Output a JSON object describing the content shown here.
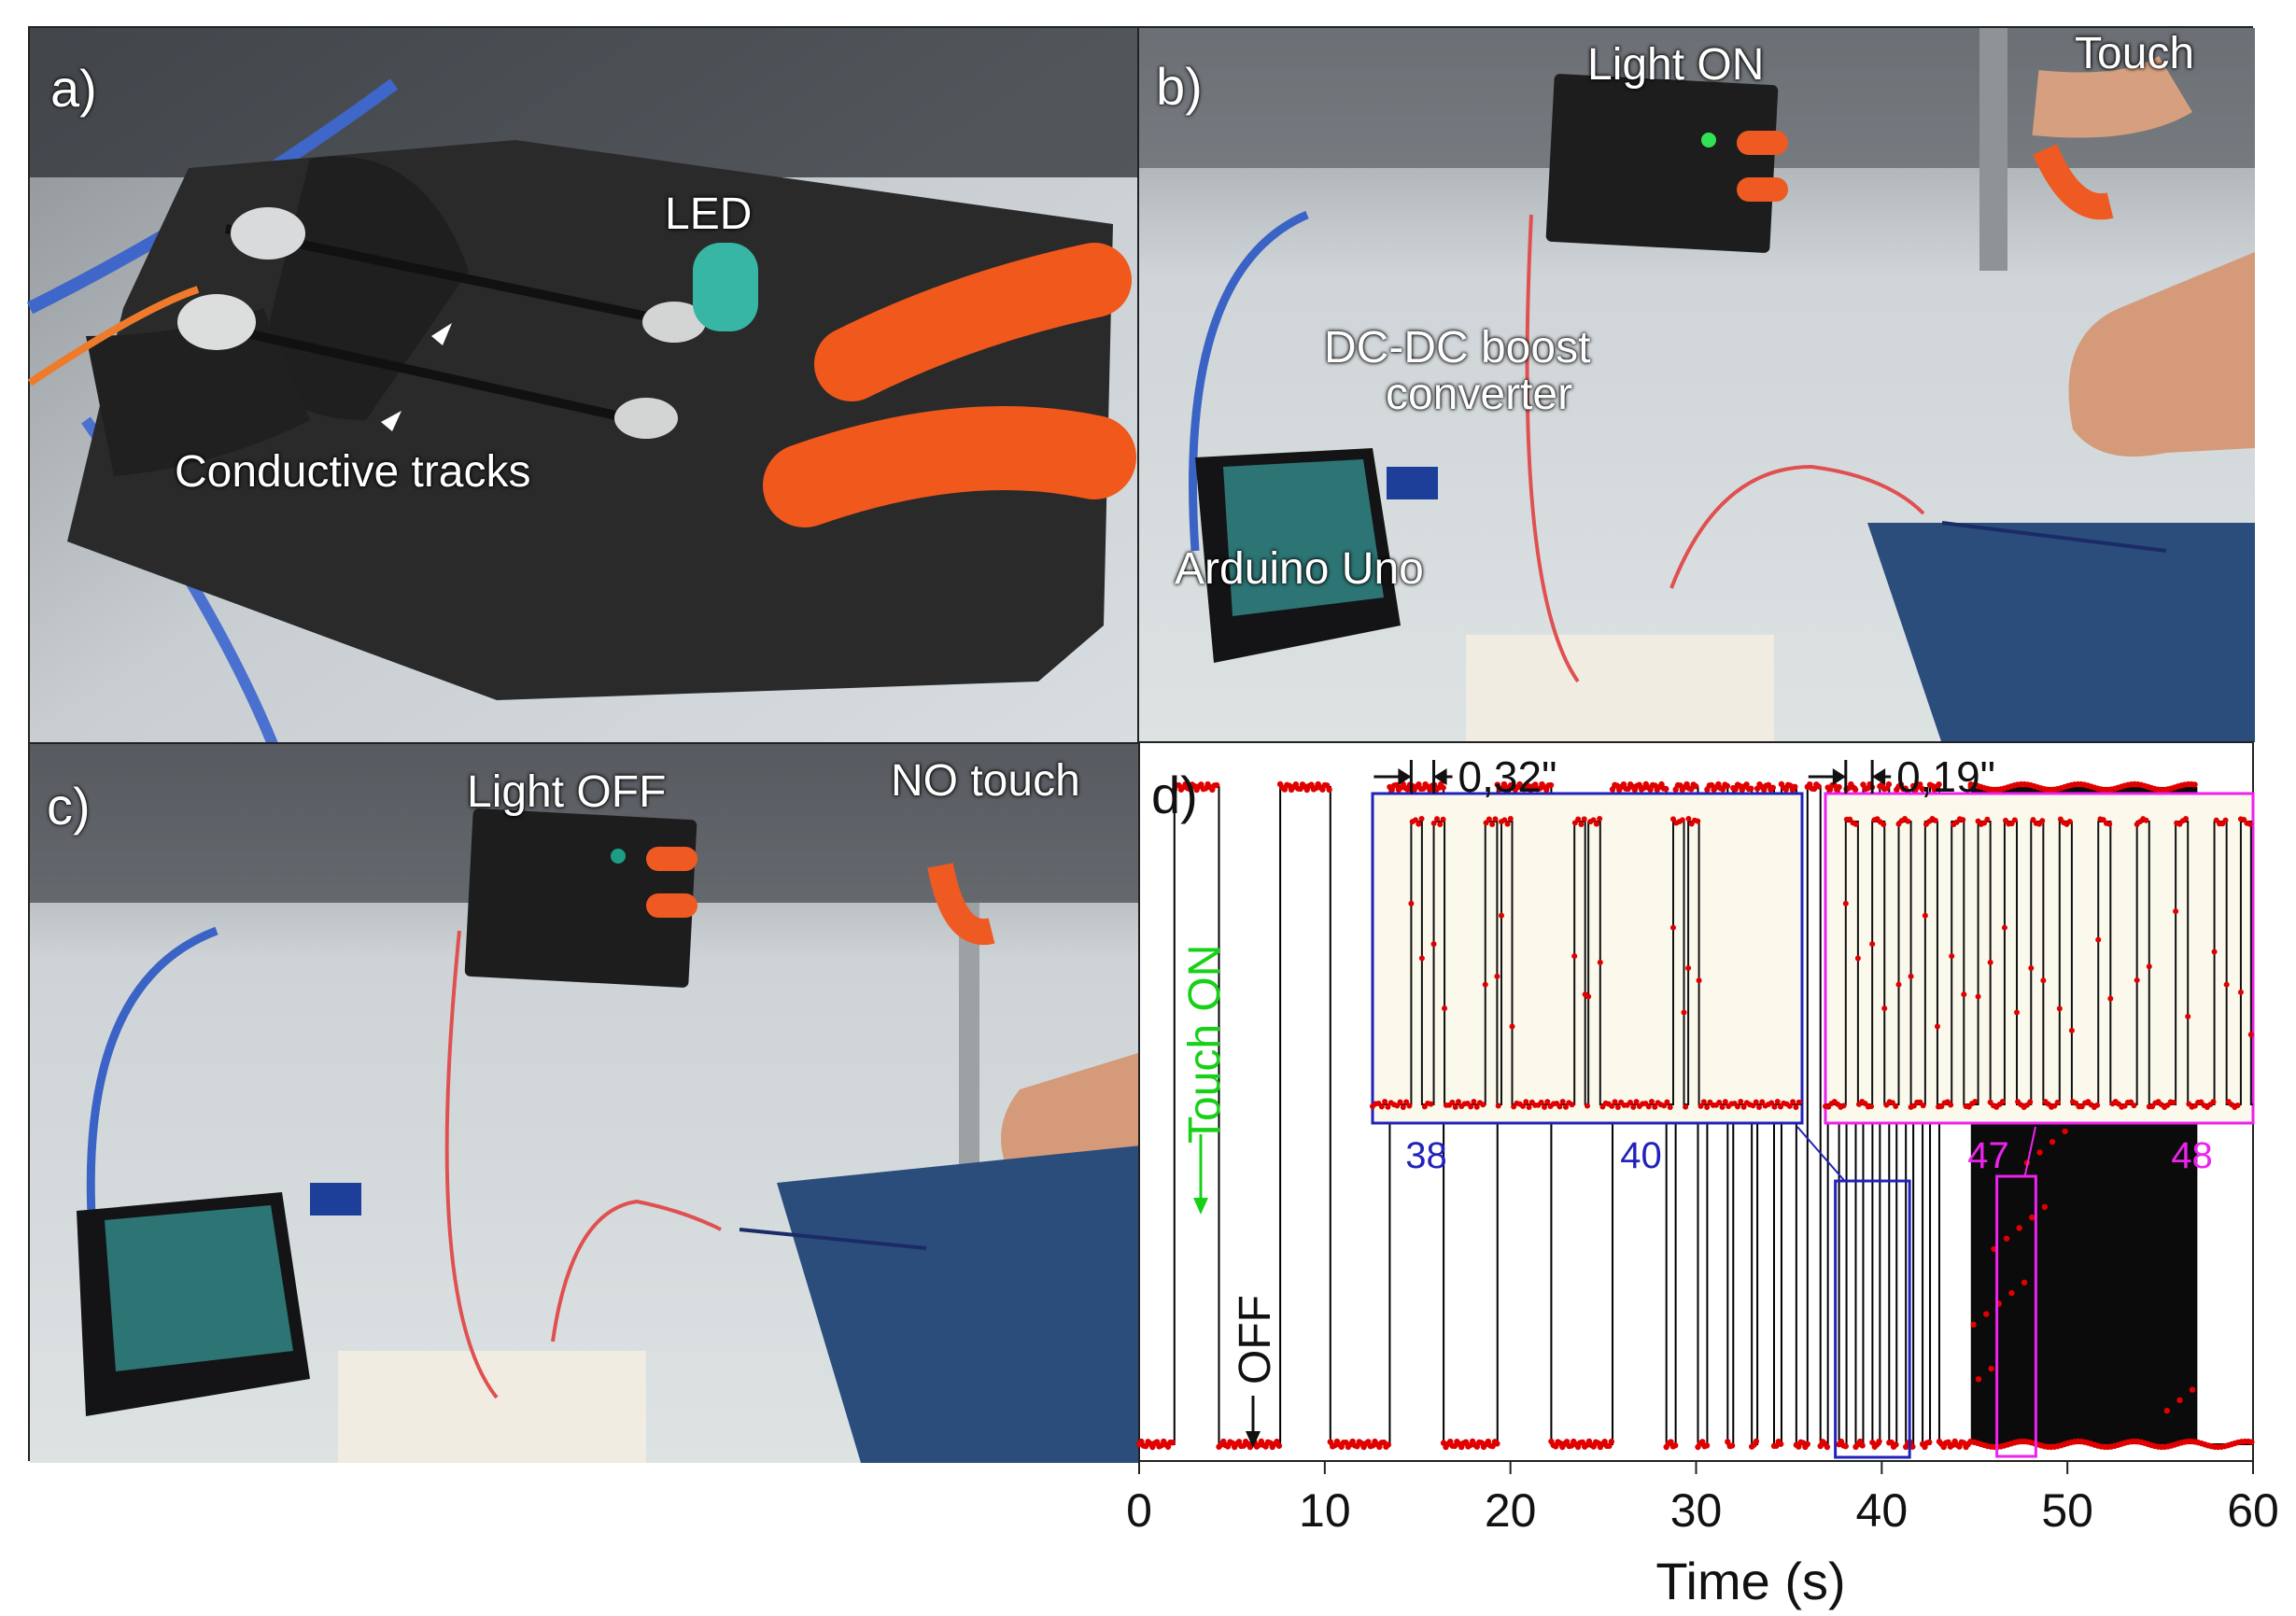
{
  "panel_a": {
    "label": "a)",
    "annotations": {
      "led": "LED",
      "tracks": "Conductive tracks"
    }
  },
  "panel_b": {
    "label": "b)",
    "annotations": {
      "light": "Light ON",
      "touch": "Touch",
      "converter_line1": "DC-DC boost",
      "converter_line2": "converter",
      "arduino": "Arduino Uno"
    }
  },
  "panel_c": {
    "label": "c)",
    "annotations": {
      "light": "Light OFF",
      "touch": "NO touch"
    }
  },
  "panel_d": {
    "label": "d)",
    "annotations": {
      "touch_on": "Touch ON",
      "off": "OFF",
      "interval_1": "0,32\"",
      "interval_2": "0,19\""
    },
    "colors": {
      "trace": "#000000",
      "points": "#e00000",
      "touch_on": "#17d117",
      "inset_1": "#2222bb",
      "inset_2": "#ee22ee"
    }
  },
  "chart_data": {
    "type": "line",
    "xlabel": "Time (s)",
    "xlim": [
      0,
      60
    ],
    "xticks": [
      0,
      10,
      20,
      30,
      40,
      50,
      60
    ],
    "x_tick_labels": [
      "0",
      "10",
      "20",
      "30",
      "40",
      "50",
      "60"
    ],
    "ylim": [
      0,
      1
    ],
    "grid": false,
    "series": [
      {
        "pulses": [
          [
            1.9,
            4.3
          ],
          [
            7.6,
            10.3
          ],
          [
            13.5,
            16.4
          ],
          [
            19.3,
            22.2
          ],
          [
            25.5,
            28.4
          ],
          [
            28.9,
            30.1
          ],
          [
            30.6,
            31.7
          ],
          [
            32.0,
            33.0
          ],
          [
            33.3,
            34.2
          ],
          [
            34.6,
            35.4
          ],
          [
            36.0,
            36.7
          ],
          [
            37.1,
            37.7
          ],
          [
            38.1,
            38.6
          ],
          [
            39.0,
            39.5
          ],
          [
            39.9,
            40.4
          ],
          [
            40.8,
            41.3
          ],
          [
            41.7,
            42.2
          ],
          [
            42.6,
            43.1
          ]
        ],
        "dense_region": [
          44.8,
          57.0
        ],
        "high_level": 0.95,
        "low_level": 0.03
      }
    ],
    "inset_1": {
      "xlim": [
        37.5,
        41.5
      ],
      "tick_labels": [
        "38",
        "40"
      ],
      "interval_label": "0,32\"",
      "pulses": [
        [
          37.86,
          37.96
        ],
        [
          38.07,
          38.17
        ],
        [
          38.55,
          38.66
        ],
        [
          38.7,
          38.8
        ],
        [
          39.38,
          39.48
        ],
        [
          39.51,
          39.62
        ],
        [
          40.3,
          40.4
        ],
        [
          40.44,
          40.54
        ]
      ]
    },
    "inset_2": {
      "xlim": [
        46.2,
        48.3
      ],
      "tick_labels": [
        "47",
        "48"
      ],
      "interval_label": "0,19\"",
      "pulses": [
        [
          46.3,
          46.36
        ],
        [
          46.43,
          46.49
        ],
        [
          46.56,
          46.62
        ],
        [
          46.69,
          46.75
        ],
        [
          46.82,
          46.88
        ],
        [
          46.95,
          47.01
        ],
        [
          47.08,
          47.14
        ],
        [
          47.21,
          47.27
        ],
        [
          47.35,
          47.41
        ],
        [
          47.54,
          47.6
        ],
        [
          47.73,
          47.79
        ],
        [
          47.92,
          47.98
        ],
        [
          48.11,
          48.17
        ],
        [
          48.24,
          48.29
        ]
      ]
    }
  }
}
